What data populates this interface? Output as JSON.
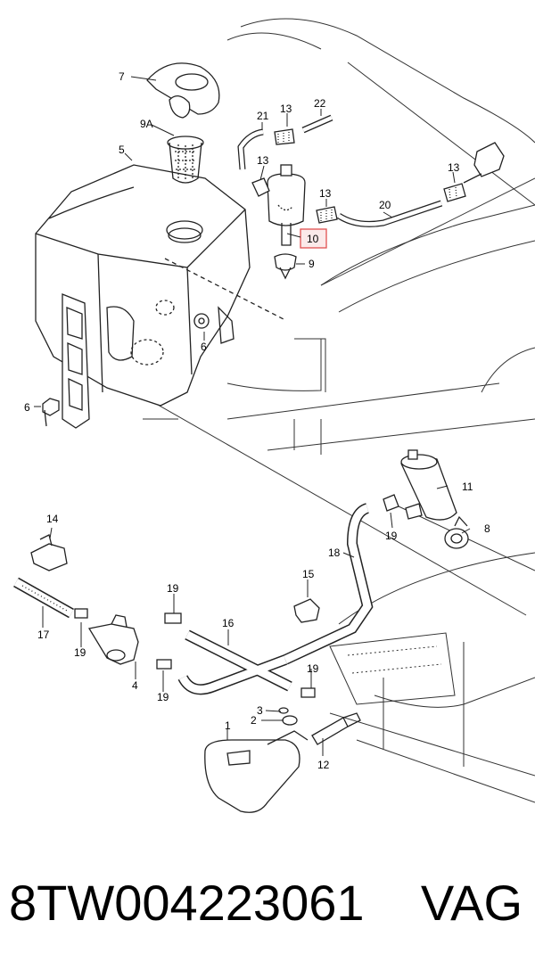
{
  "callouts": {
    "c1": "1",
    "c2": "2",
    "c3": "3",
    "c4": "4",
    "c5": "5",
    "c6a": "6",
    "c6b": "6",
    "c7": "7",
    "c8": "8",
    "c9": "9",
    "c9a": "9A",
    "c10": "10",
    "c11": "11",
    "c12": "12",
    "c13a": "13",
    "c13b": "13",
    "c13c": "13",
    "c13d": "13",
    "c14": "14",
    "c15": "15",
    "c16": "16",
    "c17": "17",
    "c18": "18",
    "c19a": "19",
    "c19b": "19",
    "c19c": "19",
    "c19d": "19",
    "c19e": "19",
    "c20": "20",
    "c21": "21",
    "c22": "22"
  },
  "highlight_color": "#e05050",
  "footer": {
    "part_number": "8TW004223061",
    "brand": "VAG"
  }
}
